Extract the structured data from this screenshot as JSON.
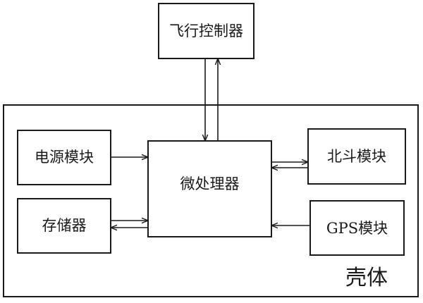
{
  "diagram": {
    "flight_controller": "飞行控制器",
    "microprocessor": "微处理器",
    "power_module": "电源模块",
    "storage": "存储器",
    "beidou_module": "北斗模块",
    "gps_module": "GPS模块",
    "housing": "壳体"
  },
  "colors": {
    "stroke": "#1a1a1a",
    "background": "#ffffff"
  }
}
